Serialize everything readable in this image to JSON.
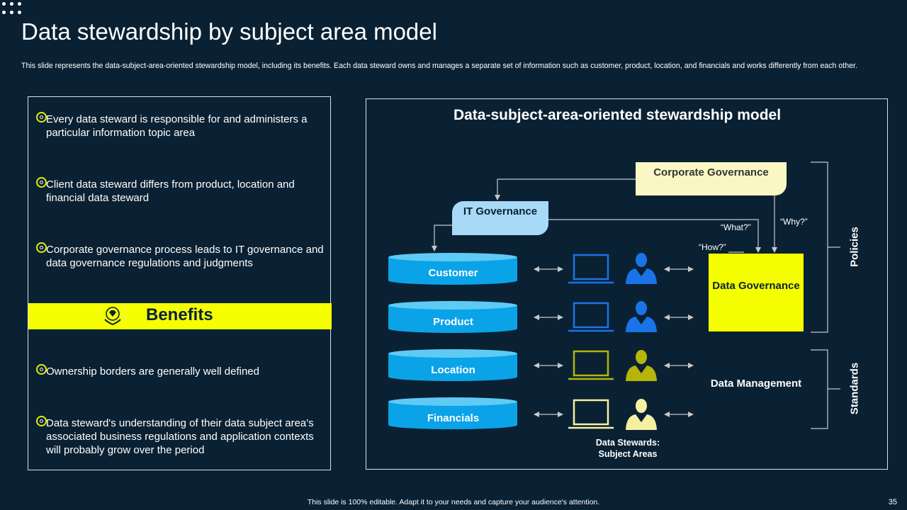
{
  "title": "Data stewardship by subject area model",
  "subtitle": "This slide represents the data-subject-area-oriented stewardship model, including its benefits. Each data steward owns and manages a separate set of information such as customer, product, location, and financials and works differently from each other.",
  "left_panel": {
    "bullets_top": [
      "Every data steward is responsible for and administers a particular information topic area",
      "Client data steward differs from product, location and financial data steward",
      "Corporate governance process leads to IT governance and data governance regulations and judgments"
    ],
    "benefits_label": "Benefits",
    "bullets_bottom": [
      "Ownership borders are generally well defined",
      "Data steward's understanding of their data subject area's associated business regulations and application contexts will probably grow over the period"
    ]
  },
  "model": {
    "title": "Data-subject-area-oriented stewardship model",
    "corporate_governance": "Corporate Governance",
    "it_governance": "IT Governance",
    "data_governance": "Data Governance",
    "data_management": "Data Management",
    "question_what": "“What?”",
    "question_why": "“Why?”",
    "question_how": "“How?”",
    "policies_label": "Policies",
    "standards_label": "Standards",
    "stewards_caption_line1": "Data Stewards:",
    "stewards_caption_line2": "Subject Areas",
    "subject_areas": [
      "Customer",
      "Product",
      "Location",
      "Financials"
    ]
  },
  "colors": {
    "background": "#0a2133",
    "accent_yellow": "#f5ff00",
    "cylinder_blue": "#0aa3e8",
    "steward_blue": "#1a73e8",
    "steward_olive": "#b5b50a",
    "steward_pale": "#f5f0a0",
    "it_gov_fill": "#a8d9f6",
    "corp_gov_fill": "#fbf7c4"
  },
  "footer": "This slide is 100% editable. Adapt it to your needs and capture your audience's attention.",
  "page_number": "35"
}
